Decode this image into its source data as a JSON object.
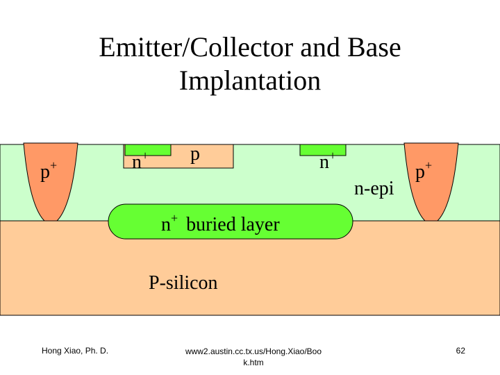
{
  "title": "Emitter/Collector and Base Implantation",
  "diagram": {
    "labels": {
      "p_plus_left": "p",
      "p_plus_right": "p",
      "superscript_plus": "+",
      "n_plus_emitter": "n",
      "n_plus_collector": "n",
      "p_base": "p",
      "n_epi": "n-epi",
      "buried_layer_n": "n",
      "buried_layer": "buried layer",
      "substrate": "P-silicon"
    },
    "colors": {
      "p_region": "#ff9966",
      "n_epi": "#ccffcc",
      "n_plus": "#66ff33",
      "p_base": "#ffcc99",
      "substrate": "#ffcc99",
      "outline": "#000000"
    }
  },
  "footer": {
    "author": "Hong Xiao, Ph. D.",
    "url_line1": "www2.austin.cc.tx.us/Hong.Xiao/Boo",
    "url_line2": "k.htm",
    "page_number": "62"
  }
}
